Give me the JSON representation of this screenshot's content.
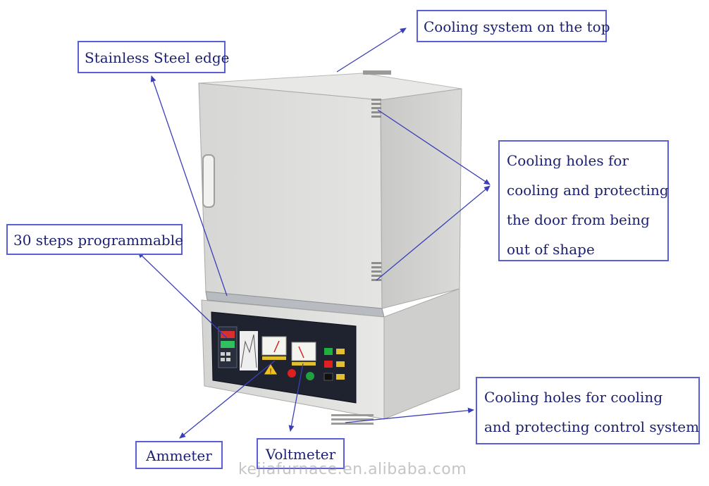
{
  "callouts": {
    "cooling_top": "Cooling system on the top",
    "stainless_edge": "Stainless Steel edge",
    "cooling_door": {
      "line1": "Cooling holes for",
      "line2": "cooling and protecting",
      "line3": "the door from being",
      "line4": "out of shape"
    },
    "programmable": "30 steps programmable",
    "cooling_control": {
      "line1": "Cooling holes for cooling",
      "line2": "and protecting control system"
    },
    "ammeter": "Ammeter",
    "voltmeter": "Voltmeter"
  },
  "watermark": "kejiafurnace.en.alibaba.com",
  "colors": {
    "callout_border": "#5b5fd6",
    "callout_text": "#1a1f70",
    "arrow": "#3a3fb8",
    "furnace_body": "#d9d9d7",
    "control_panel": "#1f2330",
    "red_button": "#e02020",
    "green_button": "#20a040"
  },
  "icons": [
    "temperature-controller-icon",
    "analog-meter-icon",
    "warning-triangle-icon",
    "door-handle-icon"
  ]
}
